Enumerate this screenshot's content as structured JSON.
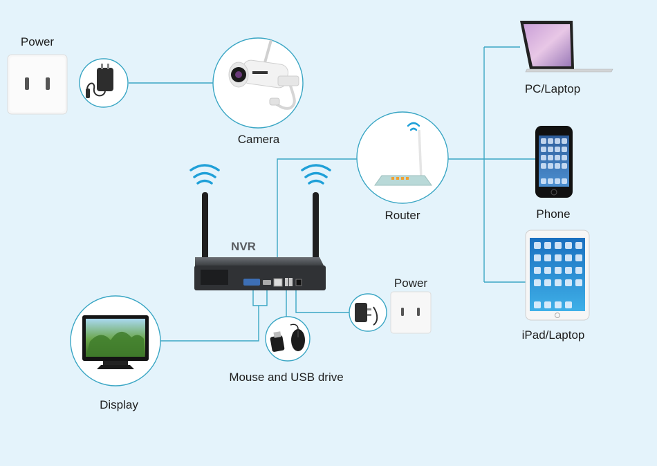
{
  "diagram": {
    "labels": {
      "power_top": "Power",
      "camera": "Camera",
      "nvr": "NVR",
      "router": "Router",
      "pc_laptop": "PC/Laptop",
      "phone": "Phone",
      "ipad_laptop": "iPad/Laptop",
      "power_bottom": "Power",
      "mouse_usb": "Mouse and USB drive",
      "display": "Display"
    },
    "colors": {
      "background": "#e4f3fb",
      "connector_line": "#3aa6c4",
      "circle_border": "#3aa6c4",
      "wifi": "#1fa0d8",
      "nvr_body": "#3b3d40"
    }
  }
}
